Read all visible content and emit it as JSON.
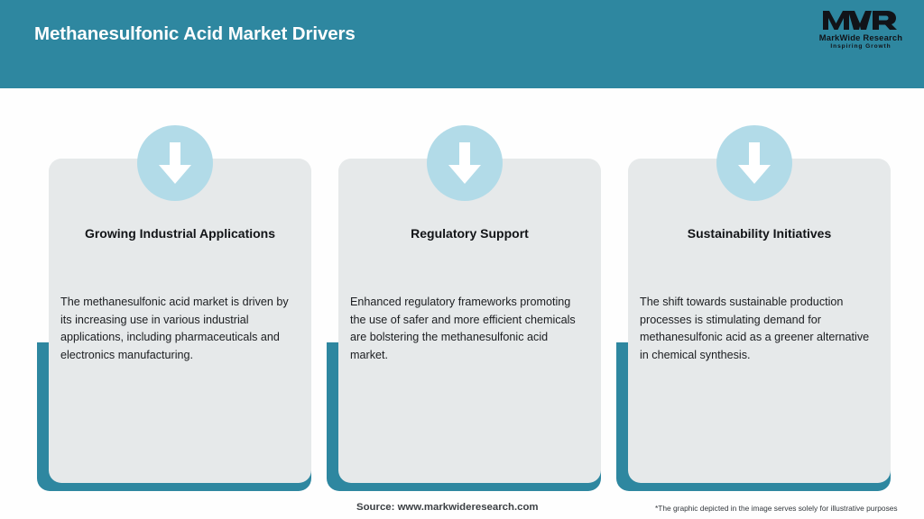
{
  "header": {
    "title": "Methanesulfonic Acid Market Drivers",
    "background_color": "#2e87a0",
    "title_color": "#ffffff"
  },
  "logo": {
    "mark": "MWR",
    "name": "MarkWide Research",
    "tagline": "Inspiring Growth"
  },
  "theme": {
    "accent_teal": "#2e87a0",
    "card_grey": "#e6e9ea",
    "icon_circle_blue": "#b2dbe8",
    "arrow_white": "#ffffff",
    "page_background": "#fefefe"
  },
  "cards": [
    {
      "icon": "down-arrow-icon",
      "title": "Growing Industrial Applications",
      "text": "The methanesulfonic acid market is driven by its increasing use in various industrial applications, including pharmaceuticals and electronics manufacturing."
    },
    {
      "icon": "down-arrow-icon",
      "title": "Regulatory Support",
      "text": "Enhanced regulatory frameworks promoting the use of safer and more efficient chemicals are bolstering the methanesulfonic acid market."
    },
    {
      "icon": "down-arrow-icon",
      "title": "Sustainability Initiatives",
      "text": "The shift towards sustainable production processes is stimulating demand for methanesulfonic acid as a greener alternative in chemical synthesis."
    }
  ],
  "footer": {
    "source": "Source: www.markwideresearch.com",
    "disclaimer": "*The graphic depicted in the image serves solely for illustrative purposes"
  }
}
